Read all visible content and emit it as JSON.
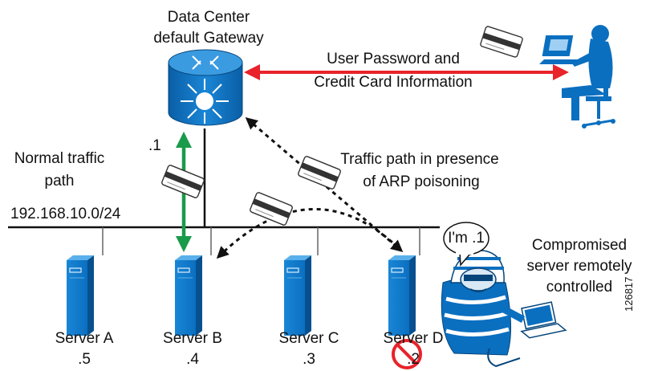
{
  "gateway": {
    "line1": "Data Center",
    "line2": "default Gateway",
    "ip": ".1"
  },
  "user_link": {
    "line1": "User Password and",
    "line2": "Credit Card Information"
  },
  "normal_path": {
    "line1": "Normal traffic",
    "line2": "path"
  },
  "poison_path": {
    "line1": "Traffic path in presence",
    "line2": "of ARP poisoning"
  },
  "subnet": "192.168.10.0/24",
  "bubble": "I'm .1",
  "compromised": {
    "line1": "Compromised",
    "line2": "server remotely",
    "line3": "controlled"
  },
  "servers": [
    {
      "name": "Server A",
      "ip": ".5"
    },
    {
      "name": "Server B",
      "ip": ".4"
    },
    {
      "name": "Server C",
      "ip": ".3"
    },
    {
      "name": "Server D",
      "ip": ".2"
    }
  ],
  "figure_id": "126817",
  "colors": {
    "device_blue": "#0b6fc0",
    "red_link": "#e8232a",
    "green_path": "#1a9a4b",
    "forbidden": "#e8232a"
  }
}
